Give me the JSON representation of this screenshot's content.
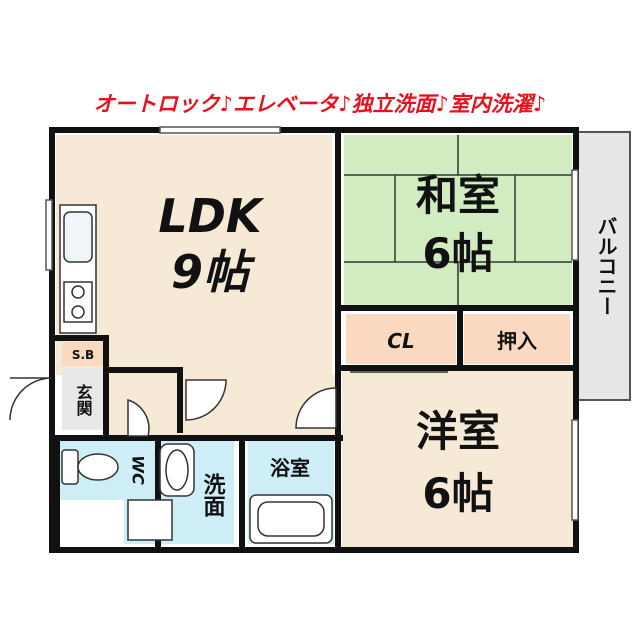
{
  "banner": {
    "text": "オートロック♪エレベータ♪独立洗面♪室内洗濯♪",
    "color": "#e8101a"
  },
  "rooms": {
    "ldk": {
      "name": "LDK",
      "size": "9帖"
    },
    "washitsu": {
      "name": "和室",
      "size": "6帖"
    },
    "youshitsu": {
      "name": "洋室",
      "size": "6帖"
    },
    "closet": "CL",
    "oshiire": "押入",
    "shoe_box": "S.B",
    "entrance": "玄関",
    "toilet": "WC",
    "washroom": "洗面",
    "bathroom": "浴室",
    "balcony": "バルコニー"
  },
  "colors": {
    "wood_floor": "#f6ead7",
    "tatami": "#d2ecc2",
    "storage": "#fbd8c0",
    "wet_area": "#cdeef7",
    "wall": "#111111",
    "balcony": "#e6e6e6"
  }
}
